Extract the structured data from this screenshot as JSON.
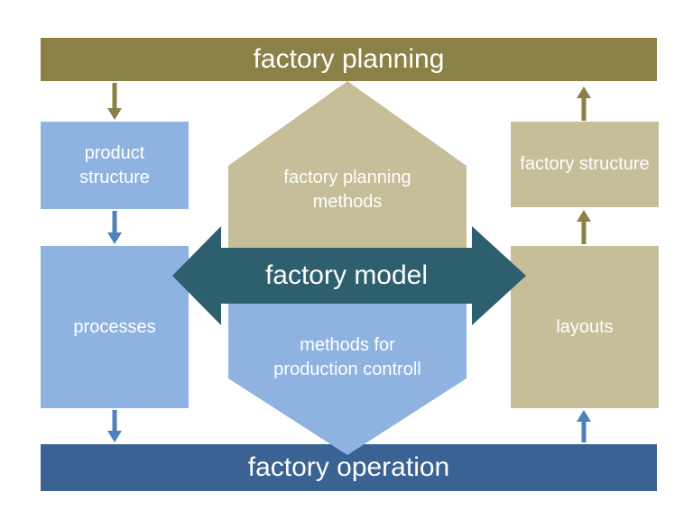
{
  "colors": {
    "olive": "#8B8046",
    "khaki": "#C6BE98",
    "light_blue": "#8FB3E1",
    "steel_blue": "#3A6292",
    "teal": "#2D5F6E",
    "arrow_blue": "#4E81BD",
    "label_text": "#FFFFFF"
  },
  "bars": {
    "top_label": "factory planning",
    "bottom_label": "factory operation"
  },
  "boxes": {
    "product_structure_label": "product structure",
    "processes_label": "processes",
    "factory_structure_label": "factory structure",
    "layouts_label": "layouts"
  },
  "hexagon": {
    "top_label": "factory planning methods",
    "bottom_label": "methods for production controll"
  },
  "center_arrow": {
    "label": "factory model"
  },
  "arrows": {
    "left_flow_direction": "down",
    "left_flow": [
      "factory planning to product structure",
      "product structure to processes",
      "processes to factory operation"
    ],
    "right_flow_direction": "up",
    "right_flow": [
      "factory operation to layouts",
      "layouts to factory structure",
      "factory structure to factory planning"
    ],
    "center_direction": "left-right"
  }
}
